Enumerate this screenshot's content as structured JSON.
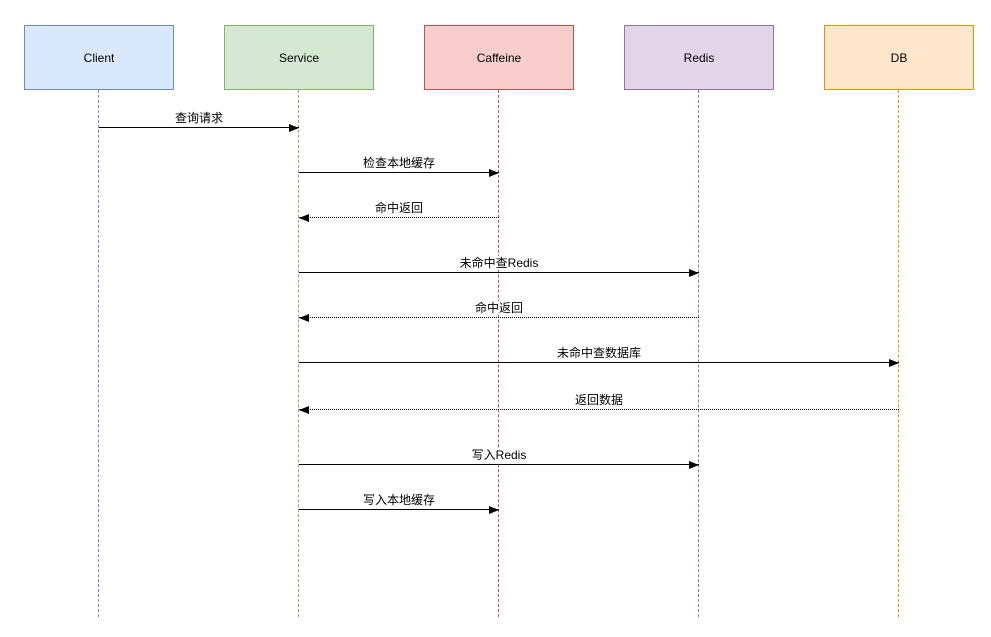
{
  "diagram": {
    "type": "sequence",
    "background": "#ffffff",
    "arrow_color": "#000000"
  },
  "participants": [
    {
      "label": "Client",
      "fill": "#dae8fc",
      "border": "#6c8ebf"
    },
    {
      "label": "Service",
      "fill": "#d5e8d4",
      "border": "#82b366"
    },
    {
      "label": "Caffeine",
      "fill": "#f8cecc",
      "border": "#b85450"
    },
    {
      "label": "Redis",
      "fill": "#e1d5e7",
      "border": "#9673a6"
    },
    {
      "label": "DB",
      "fill": "#ffe6cc",
      "border": "#d79b00"
    }
  ],
  "messages": [
    {
      "from": "Client",
      "to": "Service",
      "label": "查询请求",
      "line": "solid"
    },
    {
      "from": "Service",
      "to": "Caffeine",
      "label": "检查本地缓存",
      "line": "solid"
    },
    {
      "from": "Caffeine",
      "to": "Service",
      "label": "命中返回",
      "line": "dotted"
    },
    {
      "from": "Service",
      "to": "Redis",
      "label": "未命中查Redis",
      "line": "solid"
    },
    {
      "from": "Redis",
      "to": "Service",
      "label": "命中返回",
      "line": "dotted"
    },
    {
      "from": "Service",
      "to": "DB",
      "label": "未命中查数据库",
      "line": "solid"
    },
    {
      "from": "DB",
      "to": "Service",
      "label": "返回数据",
      "line": "dotted"
    },
    {
      "from": "Service",
      "to": "Redis",
      "label": "写入Redis",
      "line": "solid"
    },
    {
      "from": "Service",
      "to": "Caffeine",
      "label": "写入本地缓存",
      "line": "solid"
    }
  ]
}
